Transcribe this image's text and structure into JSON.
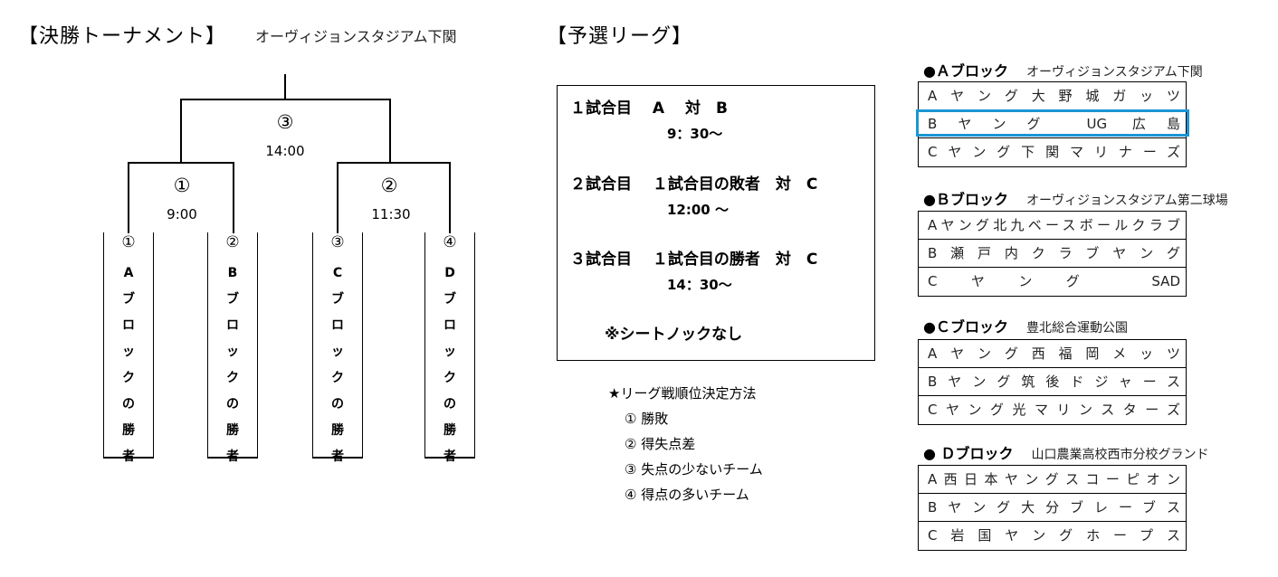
{
  "final": {
    "title": "【決勝トーナメント】",
    "venue": "オーヴィジョンスタジアム下関",
    "matches": [
      {
        "num": "③",
        "time": "14:00"
      },
      {
        "num": "①",
        "time": "9:00"
      },
      {
        "num": "②",
        "time": "11:30"
      }
    ],
    "slots": [
      {
        "num": "①",
        "chars": [
          "A",
          "ブ",
          "ロ",
          "ッ",
          "ク",
          "の",
          "勝",
          "者"
        ]
      },
      {
        "num": "②",
        "chars": [
          "B",
          "ブ",
          "ロ",
          "ッ",
          "ク",
          "の",
          "勝",
          "者"
        ]
      },
      {
        "num": "③",
        "chars": [
          "C",
          "ブ",
          "ロ",
          "ッ",
          "ク",
          "の",
          "勝",
          "者"
        ]
      },
      {
        "num": "④",
        "chars": [
          "D",
          "ブ",
          "ロ",
          "ッ",
          "ク",
          "の",
          "勝",
          "者"
        ]
      }
    ]
  },
  "league": {
    "title": "【予選リーグ】",
    "games": [
      {
        "label": "１試合目　 A　 対　B",
        "time": "9：30～"
      },
      {
        "label": "２試合目　 １試合目の敗者　対　C",
        "time": "12:00 ～"
      },
      {
        "label": "３試合目　 １試合目の勝者　対　C",
        "time": "14：30～"
      }
    ],
    "note": "※シートノックなし",
    "ranking_title": "★リーグ戦順位決定方法",
    "ranking": [
      "① 勝敗",
      "② 得失点差",
      "③ 失点の少ないチーム",
      "④ 得点の多いチーム"
    ]
  },
  "blocks": [
    {
      "name": "●Ａブロック",
      "venue": "オーヴィジョンスタジアム下関",
      "teams": [
        "Aヤング大野城ガッツ",
        "Bヤング UG 広島",
        "Cヤング下関マリナーズ"
      ]
    },
    {
      "name": "●Ｂブロック",
      "venue": "オーヴィジョンスタジアム第二球場",
      "teams": [
        "Aヤング北九ベースボールクラブ",
        "B瀬戸内クラブヤング",
        "Cヤング SAD"
      ]
    },
    {
      "name": "●Ｃブロック",
      "venue": "豊北総合運動公園",
      "teams": [
        "Aヤング西福岡メッツ",
        "Bヤング筑後ドジャース",
        "Cヤング光マリンスターズ"
      ]
    },
    {
      "name": "● Ｄブロック",
      "venue": "山口農業高校西市分校グランド",
      "teams": [
        "A西日本ヤングスコーピオン",
        "Bヤング大分ブレーブス",
        "C岩国ヤングホープス"
      ]
    }
  ],
  "colors": {
    "highlight": "#1a96d4"
  }
}
